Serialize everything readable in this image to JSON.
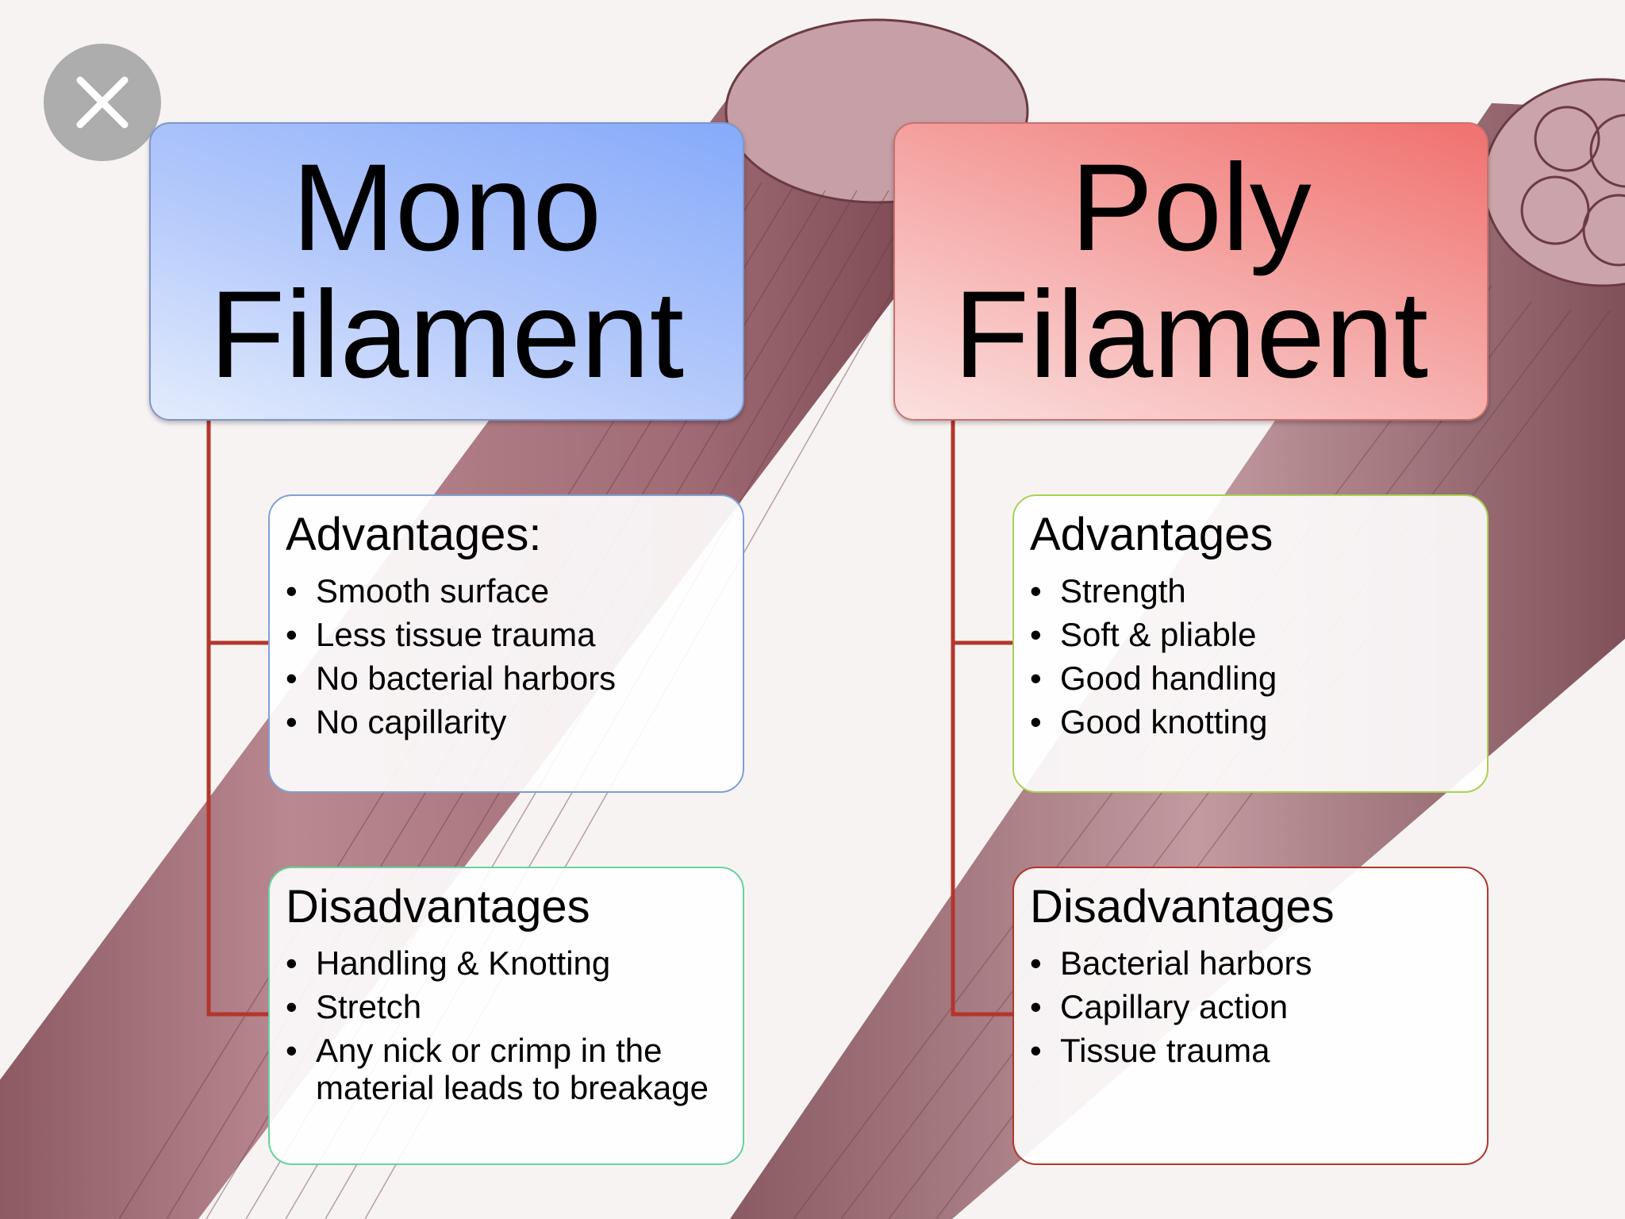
{
  "close_icon": "close-icon",
  "connector_color": "#b3362b",
  "mono": {
    "title_line1": "Mono",
    "title_line2": "Filament",
    "advantages": {
      "heading": "Advantages:",
      "items": [
        "Smooth surface",
        "Less tissue trauma",
        "No bacterial harbors",
        "No capillarity"
      ]
    },
    "disadvantages": {
      "heading": "Disadvantages",
      "items": [
        "Handling & Knotting",
        "Stretch",
        "Any nick or crimp in the material leads to breakage"
      ]
    }
  },
  "poly": {
    "title_line1": "Poly",
    "title_line2": "Filament",
    "advantages": {
      "heading": "Advantages",
      "items": [
        "Strength",
        "Soft & pliable",
        "Good handling",
        "Good knotting"
      ]
    },
    "disadvantages": {
      "heading": "Disadvantages",
      "items": [
        "Bacterial harbors",
        "Capillary action",
        "Tissue trauma"
      ]
    }
  }
}
